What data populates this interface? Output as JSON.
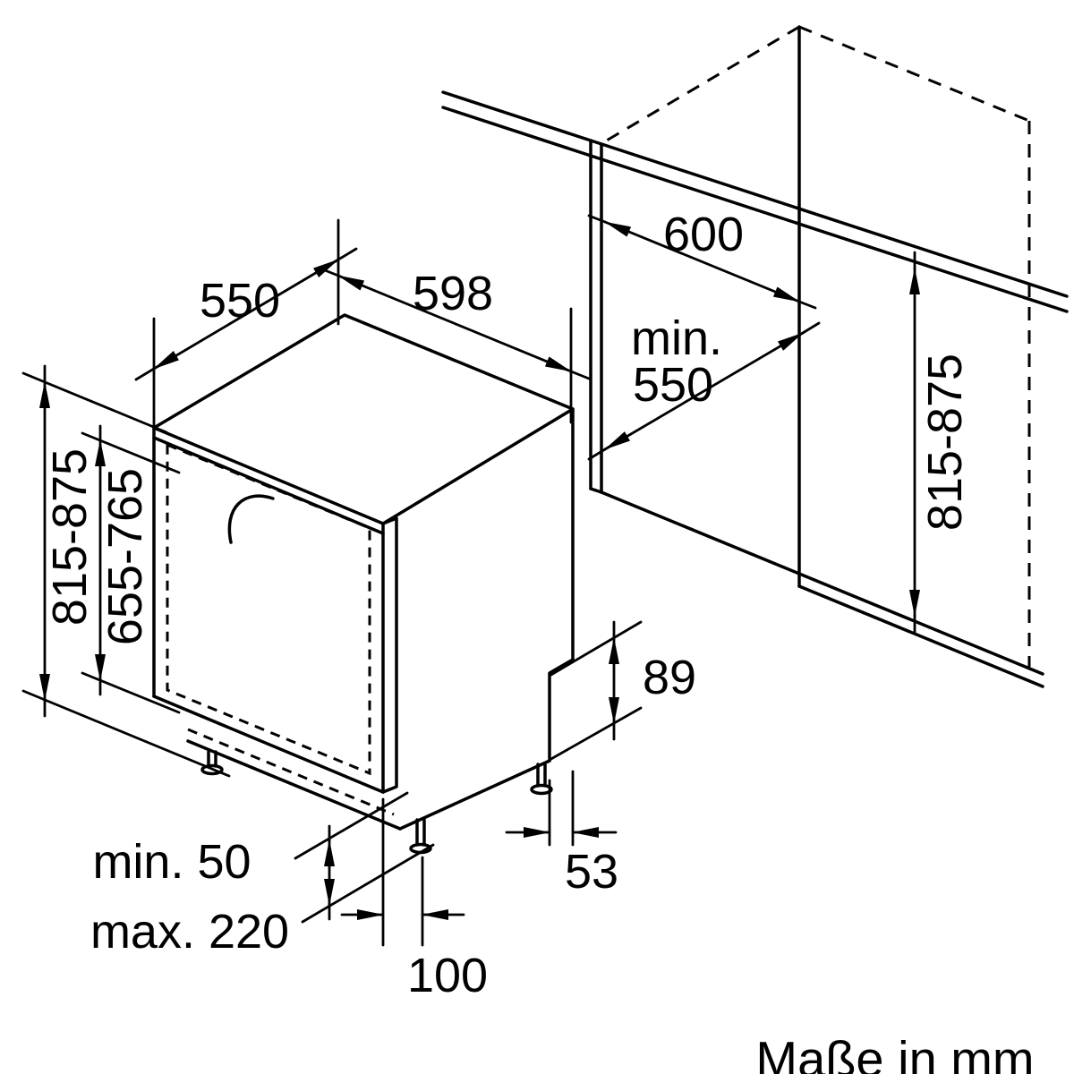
{
  "caption": "Maße in mm",
  "labels": {
    "depth": "550",
    "width": "598",
    "niche_width": "600",
    "niche_depth_prefix": "min.",
    "niche_depth_value": "550",
    "appliance_height": "815-875",
    "door_height": "655-765",
    "niche_height": "815-875",
    "rear_base_height": "89",
    "rear_offset": "53",
    "front_foot_offset": "100",
    "feet_min": "min. 50",
    "feet_max": "max. 220"
  }
}
